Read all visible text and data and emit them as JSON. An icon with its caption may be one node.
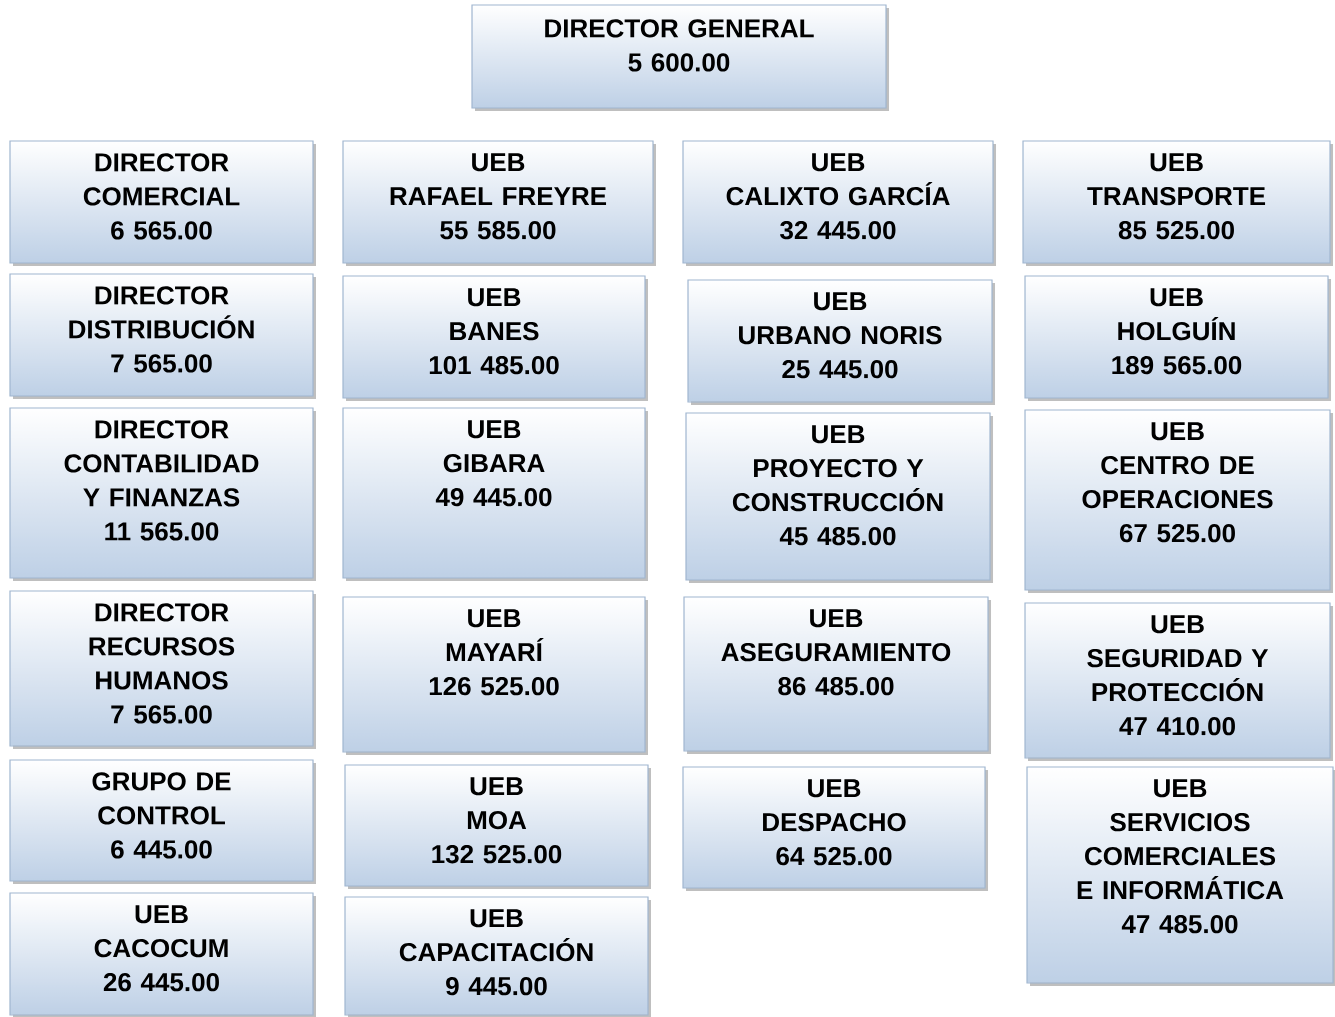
{
  "diagram": {
    "nodes": [
      {
        "text": [
          "DIRECTOR GENERAL",
          "5 600.00"
        ]
      },
      {
        "text": [
          "DIRECTOR COMERCIAL",
          "6 565.00"
        ]
      },
      {
        "text": [
          "DIRECTOR DISTRIBUCIÓN",
          "7 565.00"
        ]
      },
      {
        "text": [
          "DIRECTOR CONTABILIDAD Y FINANZAS",
          "11 565.00"
        ]
      },
      {
        "text": [
          "DIRECTOR RECURSOS HUMANOS",
          "7 565.00"
        ]
      },
      {
        "text": [
          "GRUPO DE CONTROL",
          "6 445.00"
        ]
      },
      {
        "text": [
          "UEB",
          "CACOCUM",
          "26 445.00"
        ]
      },
      {
        "text": [
          "UEB",
          "RAFAEL FREYRE",
          "55 585.00"
        ]
      },
      {
        "text": [
          "UEB",
          "BANES",
          "101 485.00"
        ]
      },
      {
        "text": [
          "UEB",
          "GIBARA",
          "49 445.00"
        ]
      },
      {
        "text": [
          "UEB",
          "MAYARÍ",
          "126 525.00"
        ]
      },
      {
        "text": [
          "UEB",
          "MOA",
          "132 525.00"
        ]
      },
      {
        "text": [
          "UEB",
          "CAPACITACIÓN",
          "9 445.00"
        ]
      },
      {
        "text": [
          "UEB",
          "CALIXTO GARCÍA",
          "32 445.00"
        ]
      },
      {
        "text": [
          "UEB",
          "URBANO NORIS",
          "25 445.00"
        ]
      },
      {
        "text": [
          "UEB",
          "PROYECTO Y CONSTRUCCIÓN",
          "45 485.00"
        ]
      },
      {
        "text": [
          "UEB",
          "ASEGURAMIENTO",
          "86 485.00"
        ]
      },
      {
        "text": [
          "UEB",
          "DESPACHO",
          "64 525.00"
        ]
      },
      {
        "text": [
          "UEB",
          "TRANSPORTE",
          "85 525.00"
        ]
      },
      {
        "text": [
          "UEB",
          "HOLGUÍN",
          "189 565.00"
        ]
      },
      {
        "text": [
          "UEB",
          "CENTRO DE OPERACIONES",
          "67 525.00"
        ]
      },
      {
        "text": [
          "UEB",
          "SEGURIDAD Y PROTECCIÓN",
          "47 410.00"
        ]
      },
      {
        "text": [
          "UEB",
          "SERVICIOS COMERCIALES E INFORMÁTICA",
          "47 485.00"
        ]
      }
    ]
  }
}
